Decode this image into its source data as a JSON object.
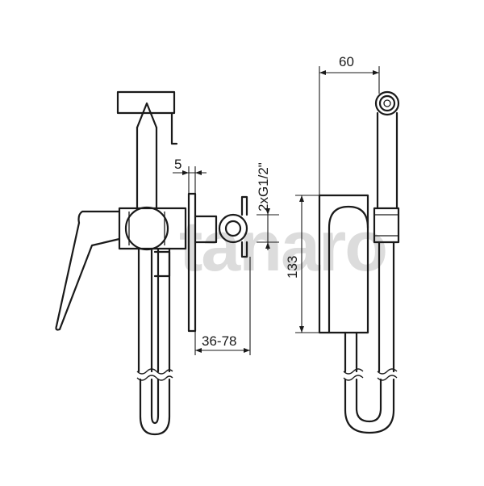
{
  "watermark": "tanaro",
  "dimensions": {
    "width_top": "60",
    "height": "133",
    "gap": "5",
    "wall_range": "36-78",
    "connection": "2xG1/2\""
  }
}
